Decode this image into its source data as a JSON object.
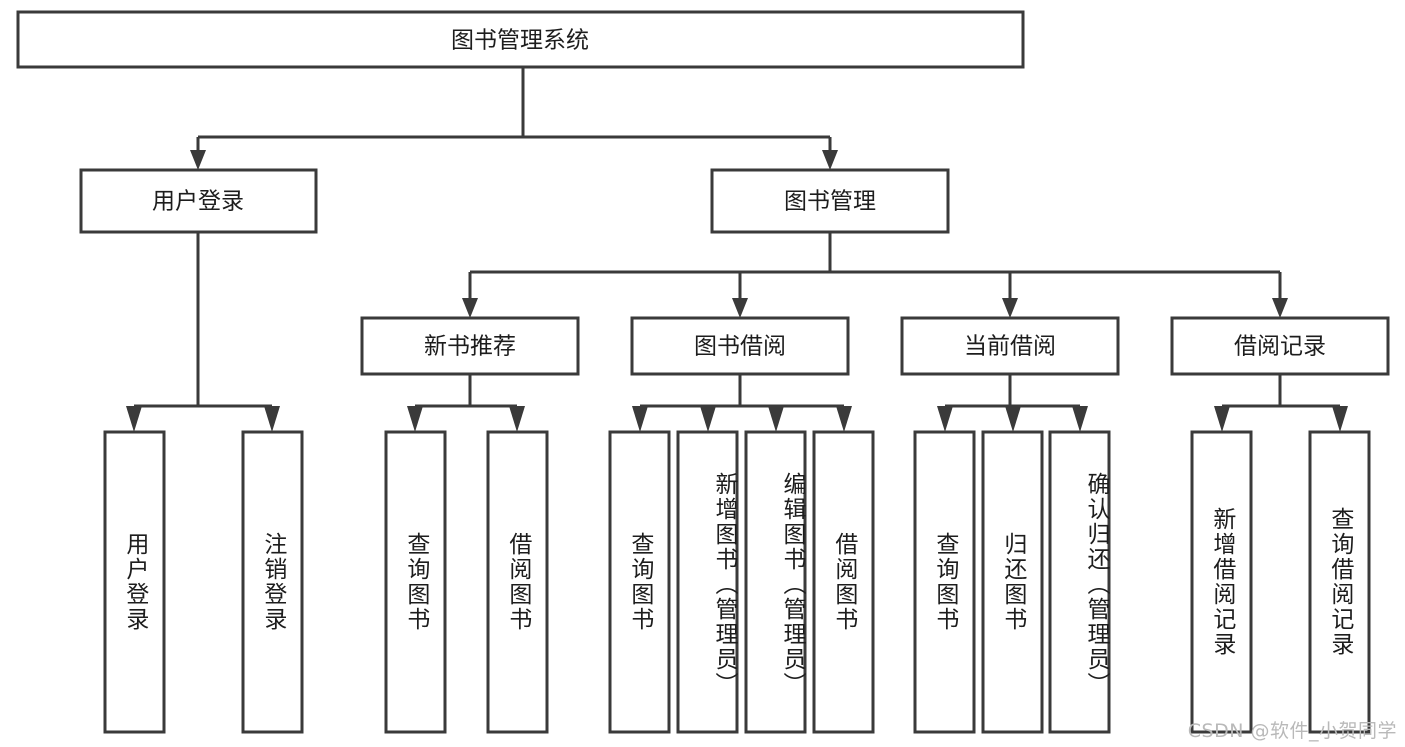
{
  "diagram": {
    "title": "图书管理系统",
    "type": "tree-hierarchy-diagram",
    "colors": {
      "stroke": "#3a3a3a",
      "fill": "#ffffff",
      "text": "#1d1d1d",
      "watermark": "#b9b9b9",
      "background": "#ffffff"
    },
    "root": {
      "label": "图书管理系统"
    },
    "level2": [
      {
        "label": "用户登录"
      },
      {
        "label": "图书管理"
      }
    ],
    "level3": [
      {
        "label": "新书推荐"
      },
      {
        "label": "图书借阅"
      },
      {
        "label": "当前借阅"
      },
      {
        "label": "借阅记录"
      }
    ],
    "leaves": {
      "user_login": [
        {
          "label": "用户登录"
        },
        {
          "label": "注销登录"
        }
      ],
      "new_book_recommend": [
        {
          "label": "查询图书"
        },
        {
          "label": "借阅图书"
        }
      ],
      "book_borrow": [
        {
          "label": "查询图书"
        },
        {
          "label": "新增图书（管理员）"
        },
        {
          "label": "编辑图书（管理员）"
        },
        {
          "label": "借阅图书"
        }
      ],
      "current_borrow": [
        {
          "label": "查询图书"
        },
        {
          "label": "归还图书"
        },
        {
          "label": "确认归还（管理员）"
        }
      ],
      "borrow_record": [
        {
          "label": "新增借阅记录"
        },
        {
          "label": "查询借阅记录"
        }
      ]
    }
  },
  "watermark": {
    "text": "CSDN @软件_小贺同学"
  }
}
